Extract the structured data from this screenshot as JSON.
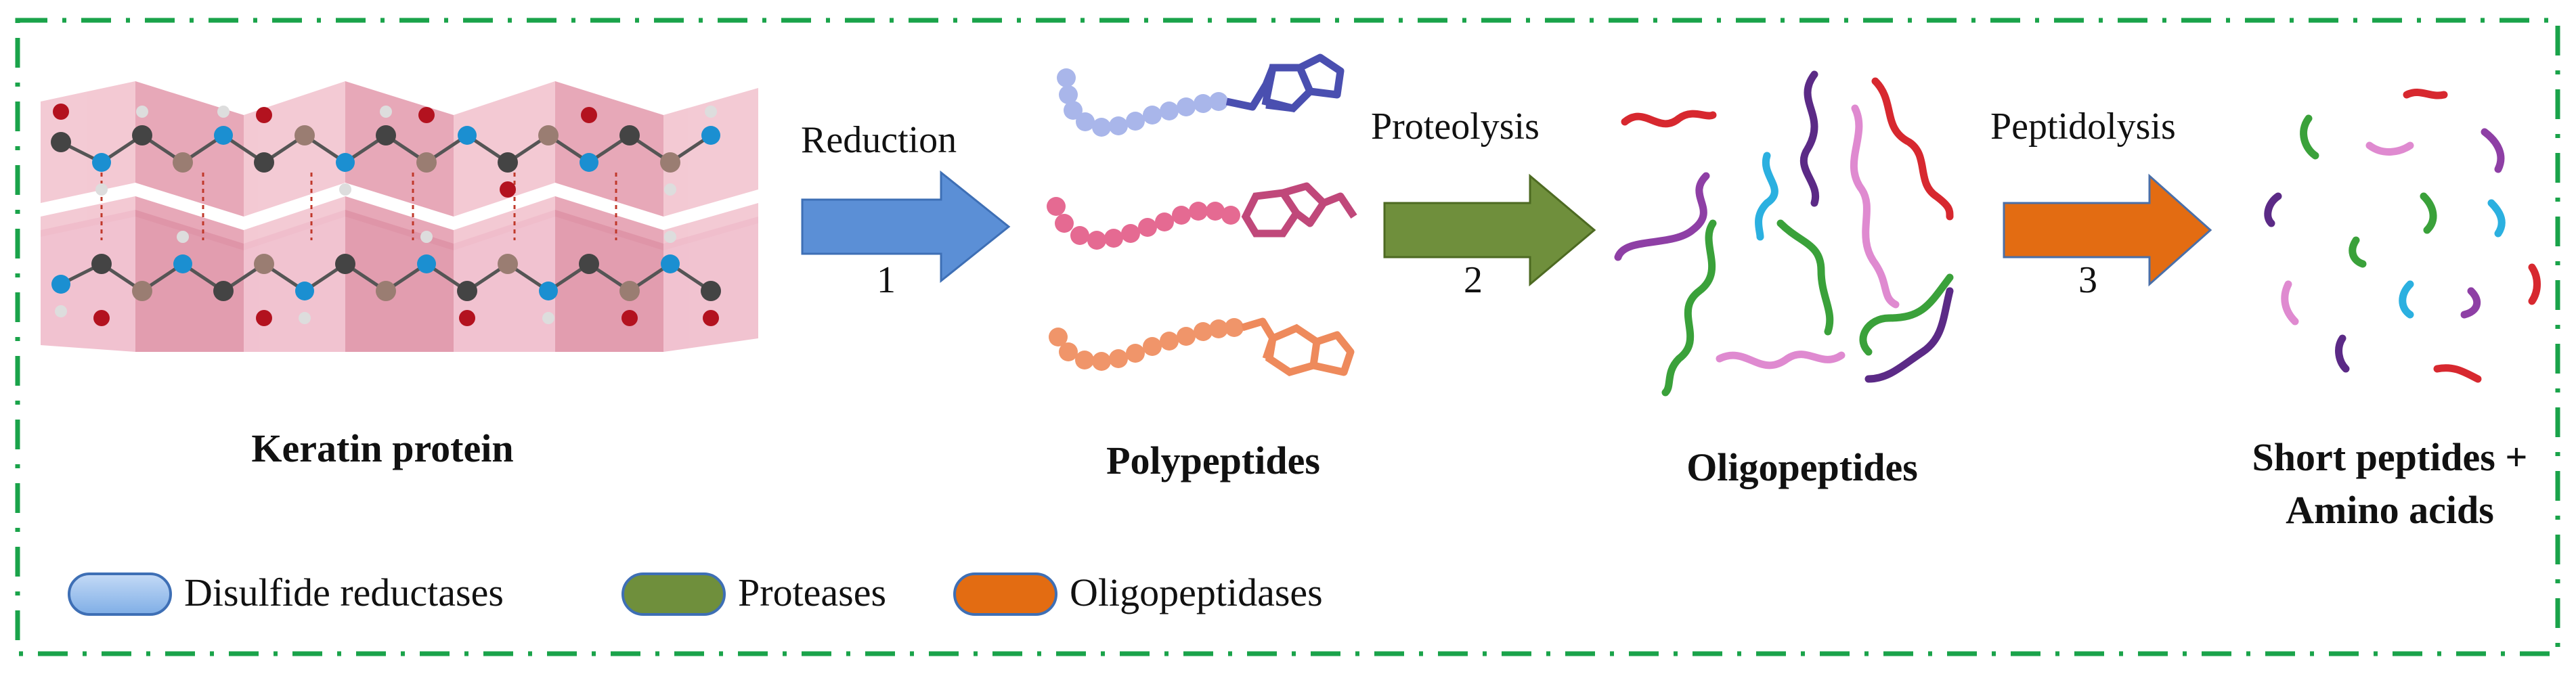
{
  "colors": {
    "border": "#1aa34a",
    "reduction": "#5b8fd6",
    "proteolysis": "#6f8f3c",
    "peptidolysis": "#e36c12",
    "sheet": "#e8a3b3",
    "chain_blue": "#a9b6ea",
    "chain_pink": "#e56a92",
    "chain_orange": "#f0956a"
  },
  "steps": [
    {
      "label": "Reduction",
      "number": "1",
      "color": "#5b8fd6"
    },
    {
      "label": "Proteolysis",
      "number": "2",
      "color": "#6f8f3c"
    },
    {
      "label": "Peptidolysis",
      "number": "3",
      "color": "#e36c12"
    }
  ],
  "stages": {
    "keratin": "Keratin protein",
    "polypeptides": "Polypeptides",
    "oligopeptides": "Oligopeptides",
    "short_line1": "Short peptides +",
    "short_line2": "Amino acids"
  },
  "legend": [
    {
      "label": "Disulfide reductases",
      "color": "#8fb4e8"
    },
    {
      "label": "Proteases",
      "color": "#6f8f3c"
    },
    {
      "label": "Oligopeptidases",
      "color": "#e36c12"
    }
  ]
}
